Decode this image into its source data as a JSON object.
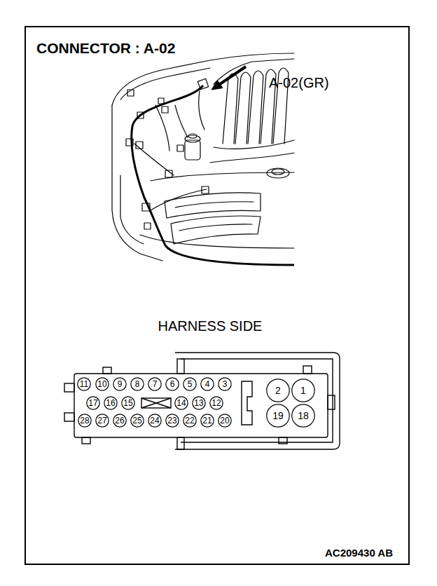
{
  "diagram": {
    "title": "CONNECTOR : A-02",
    "nodes": [
      {
        "text": [
          "11"
        ]
      },
      {
        "text": [
          "10"
        ]
      },
      {
        "text": [
          "9"
        ]
      },
      {
        "text": [
          "8"
        ]
      },
      {
        "text": [
          "7"
        ]
      },
      {
        "text": [
          "6"
        ]
      },
      {
        "text": [
          "5"
        ]
      },
      {
        "text": [
          "4"
        ]
      },
      {
        "text": [
          "3"
        ]
      },
      {
        "text": [
          "2"
        ]
      },
      {
        "text": [
          "1"
        ]
      },
      {
        "text": [
          "17"
        ]
      },
      {
        "text": [
          "16"
        ]
      },
      {
        "text": [
          "15"
        ]
      },
      {
        "text": [
          "14"
        ]
      },
      {
        "text": [
          "13"
        ]
      },
      {
        "text": [
          "12"
        ]
      },
      {
        "text": [
          "28"
        ]
      },
      {
        "text": [
          "27"
        ]
      },
      {
        "text": [
          "26"
        ]
      },
      {
        "text": [
          "25"
        ]
      },
      {
        "text": [
          "24"
        ]
      },
      {
        "text": [
          "23"
        ]
      },
      {
        "text": [
          "22"
        ]
      },
      {
        "text": [
          "21"
        ]
      },
      {
        "text": [
          "20"
        ]
      },
      {
        "text": [
          "19"
        ]
      },
      {
        "text": [
          "18"
        ]
      }
    ],
    "labels": [
      "A-02(GR)",
      "HARNESS SIDE",
      "AC209430 AB"
    ]
  }
}
